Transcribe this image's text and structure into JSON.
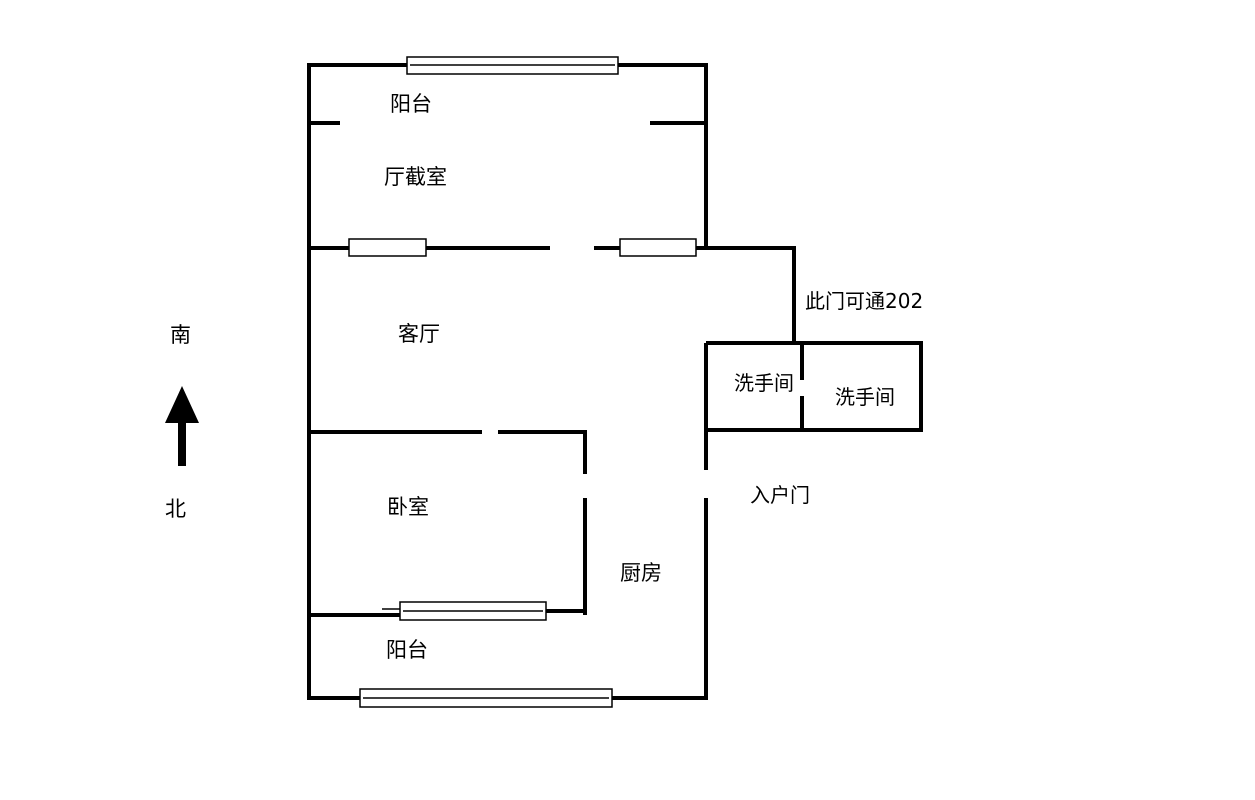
{
  "rooms": {
    "balcony_top": "阳台",
    "sunroom": "厅截室",
    "living_room": "客厅",
    "bedroom": "卧室",
    "kitchen": "厨房",
    "balcony_bottom": "阳台",
    "washroom_1": "洗手间",
    "washroom_2": "洗手间"
  },
  "notes": {
    "door_202": "此门可通202",
    "entrance": "入户门"
  },
  "compass": {
    "south": "南",
    "north": "北",
    "arrow_icon": "up-arrow-icon"
  }
}
